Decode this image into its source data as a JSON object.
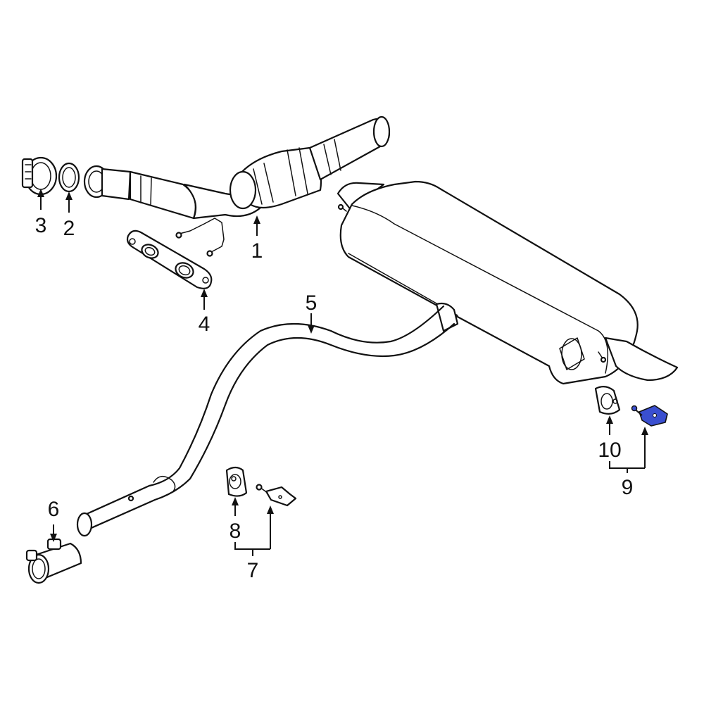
{
  "callouts": {
    "c1": "1",
    "c2": "2",
    "c3": "3",
    "c4": "4",
    "c5": "5",
    "c6": "6",
    "c7": "7",
    "c8": "8",
    "c9": "9",
    "c10": "10"
  },
  "colors": {
    "line": "#111111",
    "highlight": "#3a4fd0",
    "background": "#ffffff"
  }
}
